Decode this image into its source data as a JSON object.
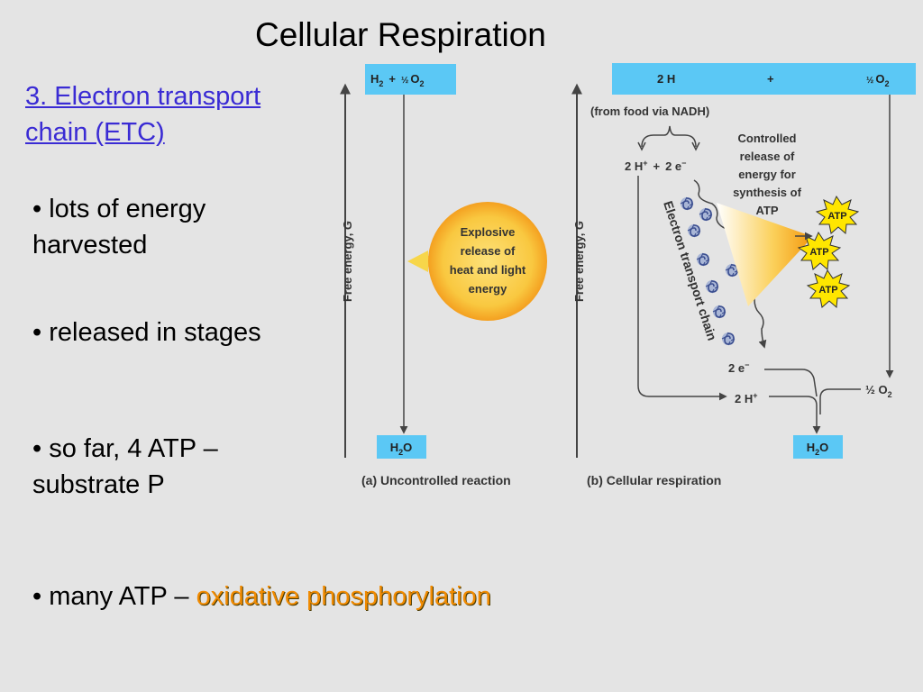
{
  "slide": {
    "title": "Cellular Respiration",
    "section": "3. Electron transport chain (ETC)",
    "bullets": [
      "• lots of energy harvested",
      "• released in stages",
      "• so far, 4 ATP – substrate P",
      "• many ATP –"
    ],
    "highlight": "oxidative phosphorylation",
    "highlight_color": "#f08a00",
    "link_color": "#3a2bd4"
  },
  "diagram": {
    "axis_label": "Free energy, ",
    "axis_label_var": "G",
    "panel_a": {
      "top_h2": "H",
      "top_h2_sub": "2",
      "top_plus": "+",
      "top_half": "½",
      "top_o2": "O",
      "top_o2_sub": "2",
      "burst_lines": [
        "Explosive",
        "release of",
        "heat and light",
        "energy"
      ],
      "bottom_h": "H",
      "bottom_sub": "2",
      "bottom_o": "O",
      "caption": "(a) Uncontrolled reaction"
    },
    "panel_b": {
      "top_2h": "2 H",
      "top_plus": "+",
      "top_half": "½",
      "top_o2": "O",
      "top_o2_sub": "2",
      "food_note": "(from food via NADH)",
      "protons_electrons": "2 H",
      "protons_sup": "+",
      "plus": "+",
      "electrons": "2 e",
      "electrons_sup": "−",
      "controlled_lines": [
        "Controlled",
        "release of",
        "energy for",
        "synthesis of",
        "ATP"
      ],
      "atp_label": "ATP",
      "etc_label": "Electron transport chain",
      "end_electrons": "2 e",
      "end_electrons_sup": "−",
      "end_protons": "2 H",
      "end_protons_sup": "+",
      "half_o2": "½ O",
      "half_o2_sub": "2",
      "bottom_h": "H",
      "bottom_sub": "2",
      "bottom_o": "O",
      "caption": "(b) Cellular respiration"
    },
    "colors": {
      "box": "#5bc8f5",
      "burst": "#f9c840",
      "atp": "#ffe600",
      "text": "#333333"
    }
  }
}
